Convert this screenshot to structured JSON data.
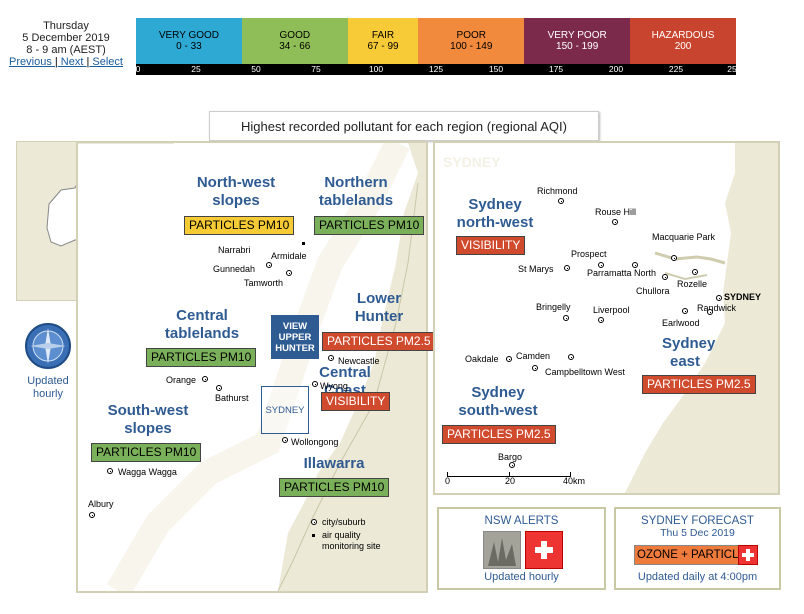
{
  "header": {
    "day": "Thursday",
    "date": "5 December 2019",
    "time": "8 - 9 am (AEST)",
    "links": [
      "Previous",
      "Next",
      "Select"
    ],
    "separator": "|"
  },
  "aqi_scale": {
    "categories": [
      {
        "label": "VERY GOOD",
        "range": "0 - 33",
        "color": "#2ea9d4"
      },
      {
        "label": "GOOD",
        "range": "34 - 66",
        "color": "#8fbd57"
      },
      {
        "label": "FAIR",
        "range": "67 - 99",
        "color": "#f7cb37"
      },
      {
        "label": "POOR",
        "range": "100 - 149",
        "color": "#f18a3d"
      },
      {
        "label": "VERY POOR",
        "range": "150 - 199",
        "color": "#7b2a4b"
      },
      {
        "label": "HAZARDOUS",
        "range": "200",
        "color": "#c9442f"
      }
    ],
    "ticks": [
      "0",
      "25",
      "50",
      "75",
      "100",
      "125",
      "150",
      "175",
      "200",
      "225",
      "25"
    ]
  },
  "subtitle": "Highest recorded pollutant for each region (regional AQI)",
  "compass": {
    "caption_line1": "Updated",
    "caption_line2": "hourly"
  },
  "view_upper_hunter": [
    "VIEW",
    "UPPER",
    "HUNTER"
  ],
  "sydney_box_label": "SYDNEY",
  "nsw_regions": [
    {
      "name": [
        "North-west",
        "slopes"
      ],
      "pollutant": "PARTICLES PM10",
      "status_color": "#f6cb36"
    },
    {
      "name": [
        "Northern",
        "tablelands"
      ],
      "pollutant": "PARTICLES PM10",
      "status_color": "#7bb05b"
    },
    {
      "name": [
        "Central",
        "tablelands"
      ],
      "pollutant": "PARTICLES PM10",
      "status_color": "#7bb05b"
    },
    {
      "name": [
        "Lower",
        "Hunter"
      ],
      "pollutant": "PARTICLES PM2.5",
      "status_color": "#d04a2e"
    },
    {
      "name": [
        "Central Coast"
      ],
      "pollutant": "VISIBILITY",
      "status_color": "#d04a2e"
    },
    {
      "name": [
        "South-west",
        "slopes"
      ],
      "pollutant": "PARTICLES PM10",
      "status_color": "#7bb05b"
    },
    {
      "name": [
        "Illawarra"
      ],
      "pollutant": "PARTICLES PM10",
      "status_color": "#7bb05b"
    }
  ],
  "nsw_towns": [
    "Narrabri",
    "Armidale",
    "Gunnedah",
    "Tamworth",
    "Newcastle",
    "Wyong",
    "Orange",
    "Bathurst",
    "Wollongong",
    "Wagga Wagga",
    "Albury"
  ],
  "legend": {
    "city": "city/suburb",
    "monitor_line1": "air quality",
    "monitor_line2": "monitoring site"
  },
  "sydney_map": {
    "title": "SYDNEY",
    "regions": [
      {
        "name": [
          "Sydney",
          "north-west"
        ],
        "pollutant": "VISIBILITY",
        "status_color": "#d04a2e"
      },
      {
        "name": [
          "Sydney",
          "east"
        ],
        "pollutant": "PARTICLES PM2.5",
        "status_color": "#d04a2e"
      },
      {
        "name": [
          "Sydney",
          "south-west"
        ],
        "pollutant": "PARTICLES PM2.5",
        "status_color": "#d04a2e"
      }
    ],
    "towns": [
      "Richmond",
      "Rouse Hill",
      "Macquarie Park",
      "Prospect",
      "St Marys",
      "Parramatta North",
      "Chullora",
      "Rozelle",
      "SYDNEY",
      "Randwick",
      "Bringelly",
      "Liverpool",
      "Earlwood",
      "Oakdale",
      "Camden",
      "Campbelltown West",
      "Bargo"
    ],
    "scale_bar": [
      "0",
      "20",
      "40km"
    ]
  },
  "alerts": {
    "title": "NSW ALERTS",
    "caption": "Updated hourly"
  },
  "forecast": {
    "title": "SYDNEY FORECAST",
    "date": "Thu 5 Dec 2019",
    "pollutant": "OZONE + PARTICLE",
    "caption": "Updated daily at 4:00pm",
    "status_color": "#ee7a3b"
  }
}
